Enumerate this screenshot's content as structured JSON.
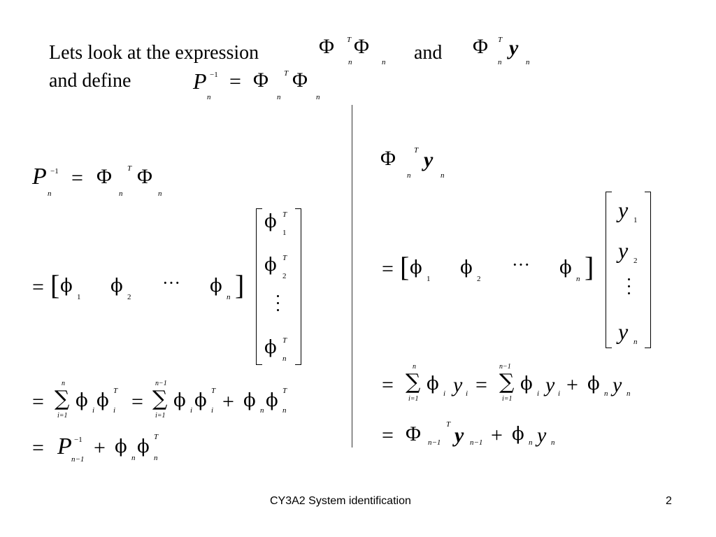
{
  "intro": {
    "line1": "Lets look at the expression",
    "and": "and",
    "line2": "and define"
  },
  "symbols": {
    "Phi": "Φ",
    "phi": "ϕ",
    "P": "P",
    "y": "y",
    "T": "T",
    "n": "n",
    "inv": "−1",
    "nm1": "n−1",
    "i": "i",
    "i1": "i=1",
    "eq": "=",
    "plus": "+",
    "sum": "∑",
    "cdots": "···",
    "one": "1",
    "two": "2"
  },
  "footer": {
    "course": "CY3A2  System identification",
    "page": "2"
  }
}
